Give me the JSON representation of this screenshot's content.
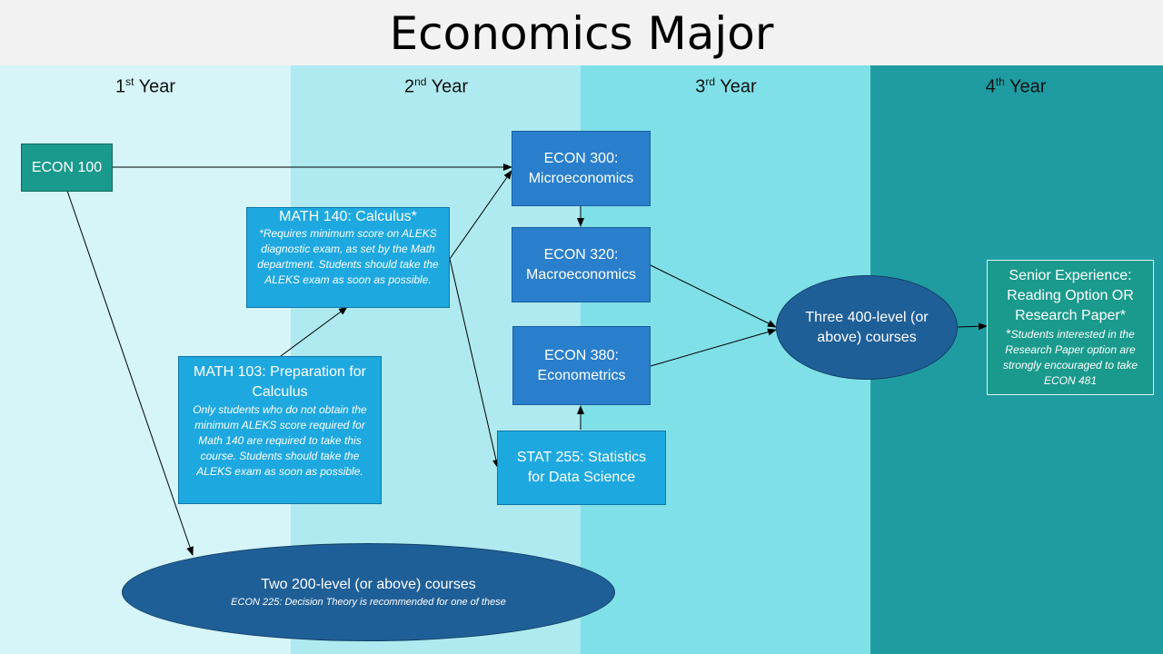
{
  "title": "Economics Major",
  "columns": [
    {
      "num": "1",
      "sup": "st",
      "label": "Year"
    },
    {
      "num": "2",
      "sup": "nd",
      "label": "Year"
    },
    {
      "num": "3",
      "sup": "rd",
      "label": "Year"
    },
    {
      "num": "4",
      "sup": "th",
      "label": "Year"
    }
  ],
  "nodes": {
    "econ100": {
      "main": "ECON 100"
    },
    "math140": {
      "main": "MATH 140: Calculus*",
      "note": "*Requires minimum score on ALEKS diagnostic exam, as set by the Math department. Students should take the ALEKS exam as soon as possible."
    },
    "math103": {
      "main": "MATH 103: Preparation for Calculus",
      "note": "Only students who do not obtain the minimum ALEKS score required for Math 140  are required to take this course. Students should take the ALEKS exam as soon as possible."
    },
    "econ300": {
      "main": "ECON 300: Microeconomics"
    },
    "econ320": {
      "main": "ECON 320: Macroeconomics"
    },
    "econ380": {
      "main": "ECON 380: Econometrics"
    },
    "stat255": {
      "main": "STAT 255: Statistics for Data Science"
    },
    "three400": {
      "main": "Three 400-level (or above) courses"
    },
    "two200": {
      "main": "Two 200-level (or above) courses",
      "note": "ECON 225:  Decision Theory is recommended for one of these"
    },
    "senior": {
      "main": "Senior Experience: Reading Option OR Research Paper*",
      "note_star": "*",
      "note": "Students interested in the Research Paper option are strongly encouraged to take ECON 481"
    }
  },
  "colors": {
    "teal": "#1a9a8c",
    "light_blue": "#1ea8e0",
    "blue": "#2a7fcc",
    "dark_blue": "#1f5f97"
  }
}
